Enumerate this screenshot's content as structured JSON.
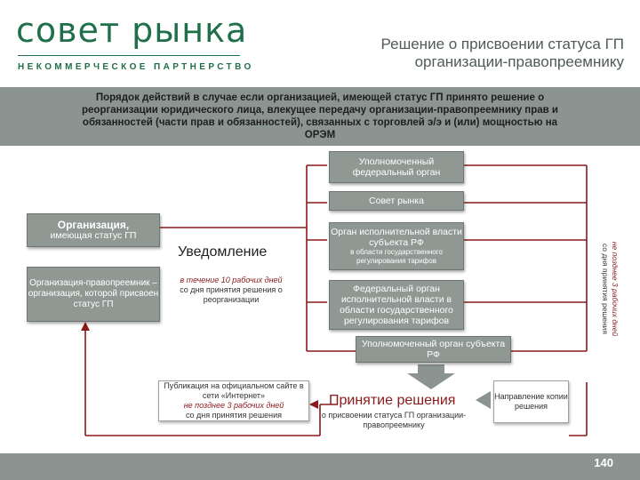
{
  "header": {
    "logo_title": "совет рынка",
    "logo_subtitle": "НЕКОММЕРЧЕСКОЕ ПАРТНЕРСТВО",
    "slide_title": "Решение о присвоении статуса ГП организации-правопреемнику"
  },
  "banner": {
    "text": "Порядок действий в случае если организацией, имеющей статус ГП принято решение о реорганизации юридического лица, влекущее передачу организации-правопреемнику прав и обязанностей (части прав и обязанностей), связанных с торговлей э/э и (или) мощностью на ОРЭМ"
  },
  "boxes": {
    "federal_authority": "Уполномоченный федеральный орган",
    "market_council": "Совет рынка",
    "org_gp_title": "Организация,",
    "org_gp_sub": "имеющая статус ГП",
    "successor": "Организация-правопреемник – организация, которой присвоен статус ГП",
    "regional_exec_title": "Орган исполнительной власти субъекта РФ",
    "regional_exec_sub": "в области государственного регулирования тарифов",
    "federal_exec": "Федеральный орган исполнительной власти в области государственного регулирования тарифов",
    "regional_authority": "Уполномоченный орган субъекта РФ",
    "publication_line1": "Публикация на официальном сайте в сети «Интернет»",
    "publication_deadline": "не позднее 3 рабочих дней",
    "publication_line3": "со дня принятия решения",
    "send_copy": "Направление копии решения"
  },
  "notice": {
    "title": "Уведомление",
    "deadline": "в течение 10 рабочих дней",
    "text": "со дня принятия решения о реорганизации"
  },
  "vertical_note": {
    "deadline": "не позднее 3 рабочих дней",
    "text": "со дня принятия решения"
  },
  "decision": {
    "title": "Принятие решения",
    "text": "о присвоении статуса ГП организации-правопреемнику"
  },
  "footer": {
    "page_number": "140"
  }
}
